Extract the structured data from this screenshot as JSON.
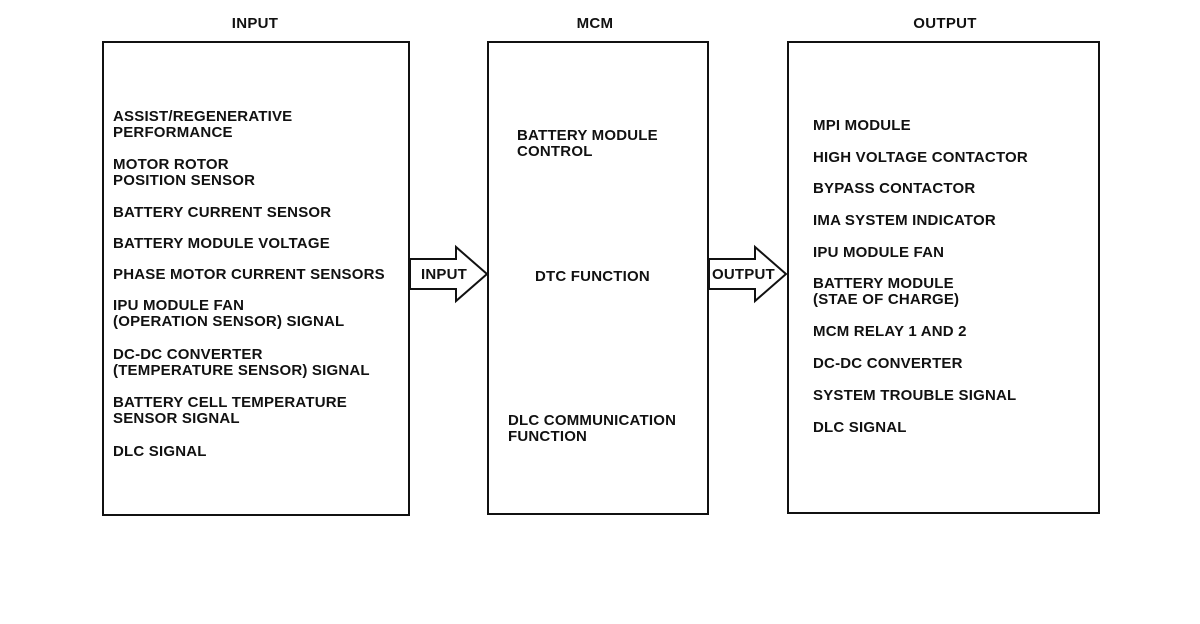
{
  "headings": {
    "input": "INPUT",
    "mcm": "MCM",
    "output": "OUTPUT"
  },
  "input_items": [
    "ASSIST/REGENERATIVE\nPERFORMANCE",
    "MOTOR ROTOR\nPOSITION SENSOR",
    "BATTERY CURRENT SENSOR",
    "BATTERY MODULE VOLTAGE",
    "PHASE MOTOR CURRENT SENSORS",
    "IPU MODULE FAN\n(OPERATION SENSOR) SIGNAL",
    "DC-DC CONVERTER\n(TEMPERATURE SENSOR) SIGNAL",
    "BATTERY CELL TEMPERATURE\nSENSOR SIGNAL",
    "DLC SIGNAL"
  ],
  "mcm_items": [
    "BATTERY MODULE\nCONTROL",
    "DTC FUNCTION",
    "DLC COMMUNICATION\nFUNCTION"
  ],
  "output_items": [
    "MPI MODULE",
    "HIGH VOLTAGE CONTACTOR",
    "BYPASS CONTACTOR",
    "IMA SYSTEM INDICATOR",
    "IPU MODULE FAN",
    "BATTERY MODULE\n(STAE OF CHARGE)",
    "MCM RELAY 1 AND 2",
    "DC-DC CONVERTER",
    "SYSTEM TROUBLE SIGNAL",
    "DLC SIGNAL"
  ],
  "arrows": {
    "input_label": "INPUT",
    "output_label": "OUTPUT"
  }
}
